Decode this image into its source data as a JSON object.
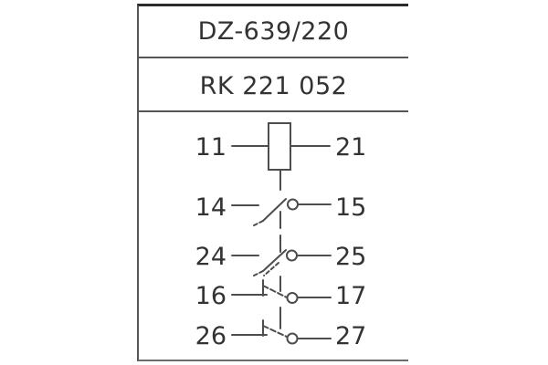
{
  "device": {
    "model": "DZ-639/220",
    "order_code": "RK 221 052"
  },
  "diagram": {
    "coil": {
      "left_terminal": "11",
      "right_terminal": "21"
    },
    "contacts": [
      {
        "left_terminal": "14",
        "right_terminal": "15",
        "type": "make-contact"
      },
      {
        "left_terminal": "24",
        "right_terminal": "25",
        "type": "make-contact"
      },
      {
        "left_terminal": "16",
        "right_terminal": "17",
        "type": "break-contact"
      },
      {
        "left_terminal": "26",
        "right_terminal": "27",
        "type": "break-contact"
      }
    ]
  },
  "colors": {
    "background": "#ffffff",
    "line": "#4d4d4d",
    "text": "#333333",
    "border_dark": "#2b2b2b",
    "border_gray": "#555555"
  }
}
